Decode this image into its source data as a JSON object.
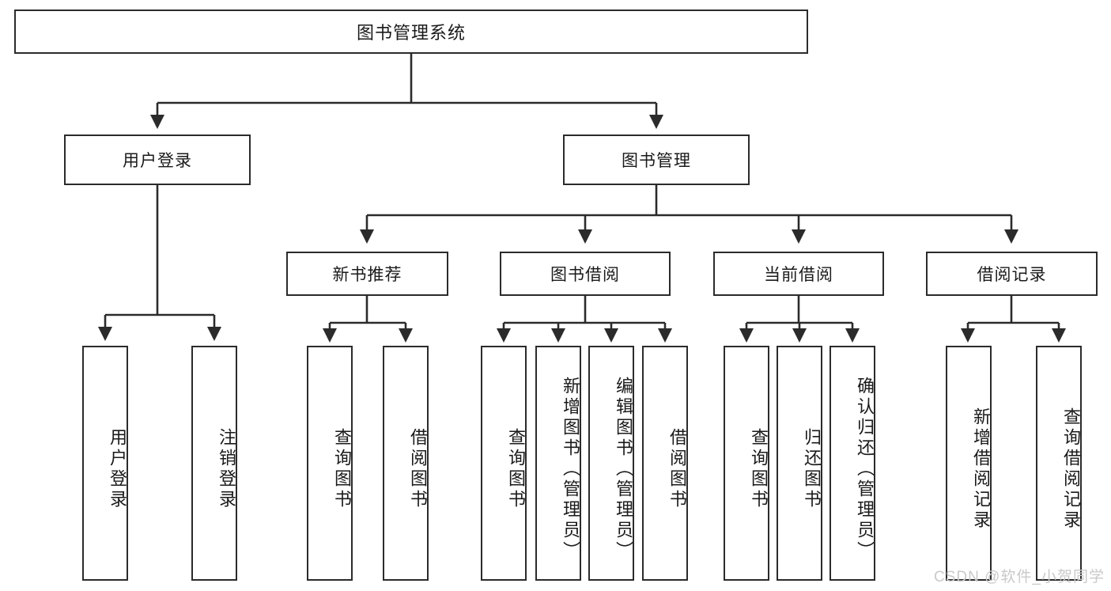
{
  "diagram": {
    "title": "图书管理系统",
    "watermark": "CSDN @软件_小贺同学",
    "line_color": "#2b2b2b",
    "box_fill": "#ffffff",
    "text_color": "#1a1a1a",
    "watermark_color": "#c9c9c9"
  },
  "levels": {
    "root": {
      "label": "图书管理系统"
    },
    "level2": [
      {
        "label": "用户登录"
      },
      {
        "label": "图书管理"
      }
    ],
    "level3": [
      {
        "label": "新书推荐"
      },
      {
        "label": "图书借阅"
      },
      {
        "label": "当前借阅"
      },
      {
        "label": "借阅记录"
      }
    ],
    "leaves": {
      "user_login": [
        {
          "label": "用户登录"
        },
        {
          "label": "注销登录"
        }
      ],
      "new_book_recommend": [
        {
          "label": "查询图书"
        },
        {
          "label": "借阅图书"
        }
      ],
      "book_borrow": [
        {
          "label": "查询图书"
        },
        {
          "label": "新增图书（管理员）"
        },
        {
          "label": "编辑图书（管理员）"
        },
        {
          "label": "借阅图书"
        }
      ],
      "current_borrow": [
        {
          "label": "查询图书"
        },
        {
          "label": "归还图书"
        },
        {
          "label": "确认归还（管理员）"
        }
      ],
      "borrow_record": [
        {
          "label": "新增借阅记录"
        },
        {
          "label": "查询借阅记录"
        }
      ]
    }
  }
}
